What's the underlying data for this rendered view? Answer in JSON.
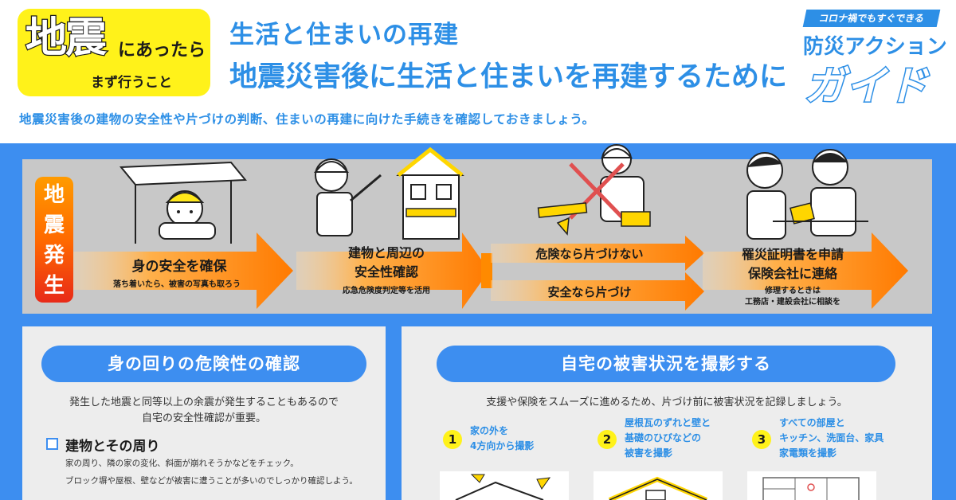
{
  "header": {
    "badge_big": "地震",
    "badge_mid": "にあったら",
    "badge_small": "まず行うこと",
    "title_line1": "生活と住まいの再建",
    "title_line2": "地震災害後に生活と住まいを再建するために",
    "subtitle": "地震災害後の建物の安全性や片づけの判断、住まいの再建に向けた手続きを確認しておきましょう。",
    "logo_tag": "コロナ禍でもすぐできる",
    "logo_line1": "防災アクション",
    "logo_line2": "ガイド"
  },
  "flow": {
    "trigger": [
      "地",
      "震",
      "発",
      "生"
    ],
    "step1": {
      "label": "身の安全を確保",
      "note": "落ち着いたら、被害の写真も取ろう"
    },
    "step2": {
      "label_line1": "建物と周辺の",
      "label_line2": "安全性確認",
      "note": "応急危険度判定等を活用"
    },
    "step3a": {
      "label": "危険なら片づけない"
    },
    "step3b": {
      "label": "安全なら片づけ"
    },
    "step4": {
      "label_line1": "罹災証明書を申請",
      "label_line2": "保険会社に連絡",
      "note_line1": "修理するときは",
      "note_line2": "工務店・建設会社に相談を"
    }
  },
  "left_panel": {
    "heading": "身の回りの危険性の確認",
    "desc_line1": "発生した地震と同等以上の余震が発生することもあるので",
    "desc_line2": "自宅の安全性確認が重要。",
    "check_title": "建物とその周り",
    "check_line1": "家の周り、隣の家の変化、斜面が崩れそうかなどをチェック。",
    "check_line2": "ブロック塀や屋根、壁などが被害に遭うことが多いのでしっかり確認しよう。"
  },
  "right_panel": {
    "heading": "自宅の被害状況を撮影する",
    "desc": "支援や保険をスムーズに進めるため、片づけ前に被害状況を記録しましょう。",
    "steps": [
      {
        "num": "1",
        "line1": "家の外を",
        "line2": "4方向から撮影",
        "line3": ""
      },
      {
        "num": "2",
        "line1": "屋根瓦のずれと壁と",
        "line2": "基礎のひびなどの",
        "line3": "被害を撮影"
      },
      {
        "num": "3",
        "line1": "すべての部屋と",
        "line2": "キッチン、洗面台、家具",
        "line3": "家電類を撮影"
      }
    ]
  },
  "colors": {
    "brand_blue": "#3d8ef0",
    "title_blue": "#2d8fe6",
    "badge_yellow": "#fff21a",
    "arrow_orange": "#ff8a00",
    "panel_gray": "#c8c8c8"
  }
}
